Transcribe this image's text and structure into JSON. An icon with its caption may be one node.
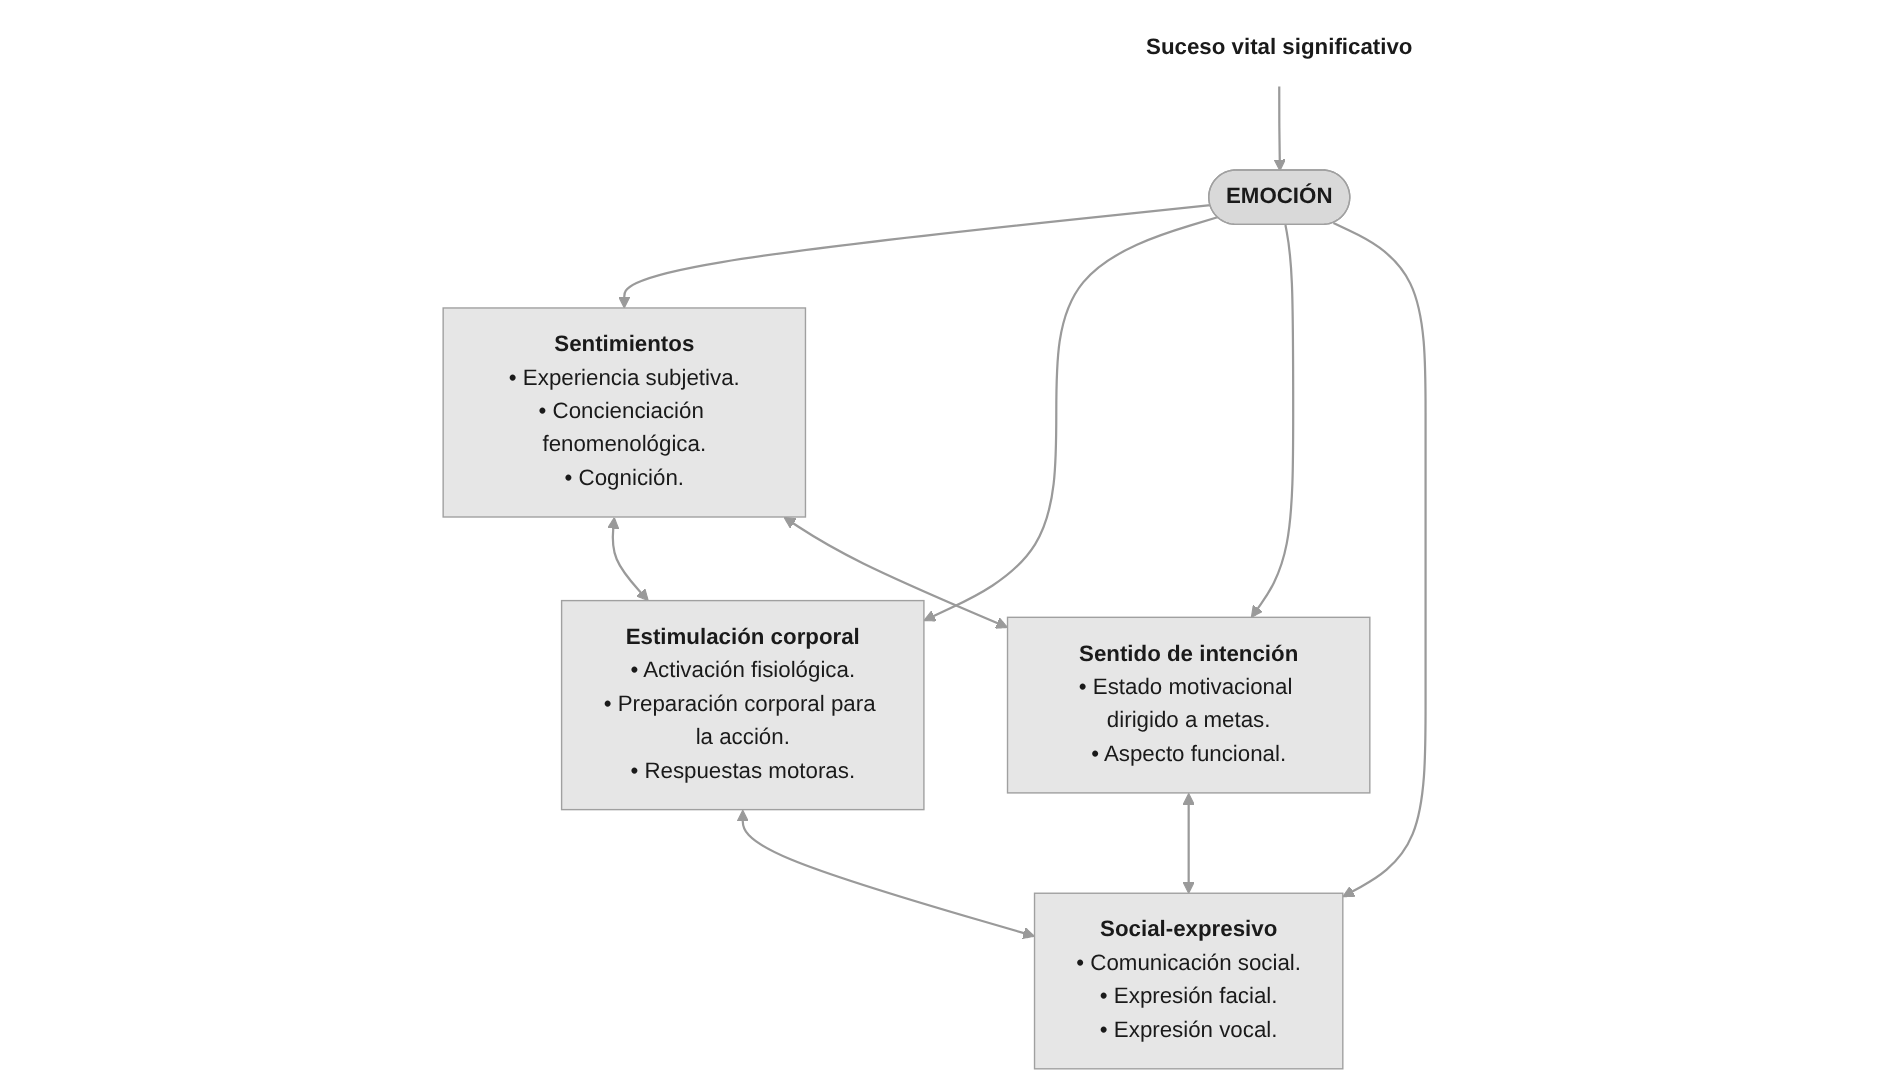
{
  "diagram": {
    "nodes": [
      {
        "text": [
          "Sentimientos",
          "• Experiencia subjetiva.",
          "• Concienciación fenomenológica.",
          "• Cognición."
        ]
      },
      {
        "text": [
          "Estimulación corporal",
          "• Activación fisiológica.",
          "• Preparación corporal para la acción.",
          "• Respuestas motoras."
        ]
      },
      {
        "text": [
          "EMOCIÓN"
        ]
      },
      {
        "text": [
          "Sentido de intención",
          "• Estado motivacional dirigido a metas.",
          "• Aspecto funcional."
        ]
      },
      {
        "text": [
          "Suceso vital significativo"
        ]
      },
      {
        "text": [
          "Social-expresivo",
          "• Comunicación social.",
          "• Expresión facial.",
          "• Expresión vocal."
        ]
      }
    ],
    "edges": [
      {
        "from": 0,
        "to": 1,
        "arrow": "both"
      },
      {
        "from": 2,
        "to": 0,
        "arrow": "to"
      },
      {
        "from": 2,
        "to": 1,
        "arrow": "to"
      },
      {
        "from": 0,
        "to": 3,
        "arrow": "both"
      },
      {
        "from": 1,
        "to": 5,
        "arrow": "both"
      },
      {
        "from": 2,
        "to": 3,
        "arrow": "to"
      },
      {
        "from": 4,
        "to": 2,
        "arrow": "to"
      },
      {
        "from": 2,
        "to": 5,
        "arrow": "to"
      },
      {
        "from": 3,
        "to": 5,
        "arrow": "both"
      }
    ]
  }
}
